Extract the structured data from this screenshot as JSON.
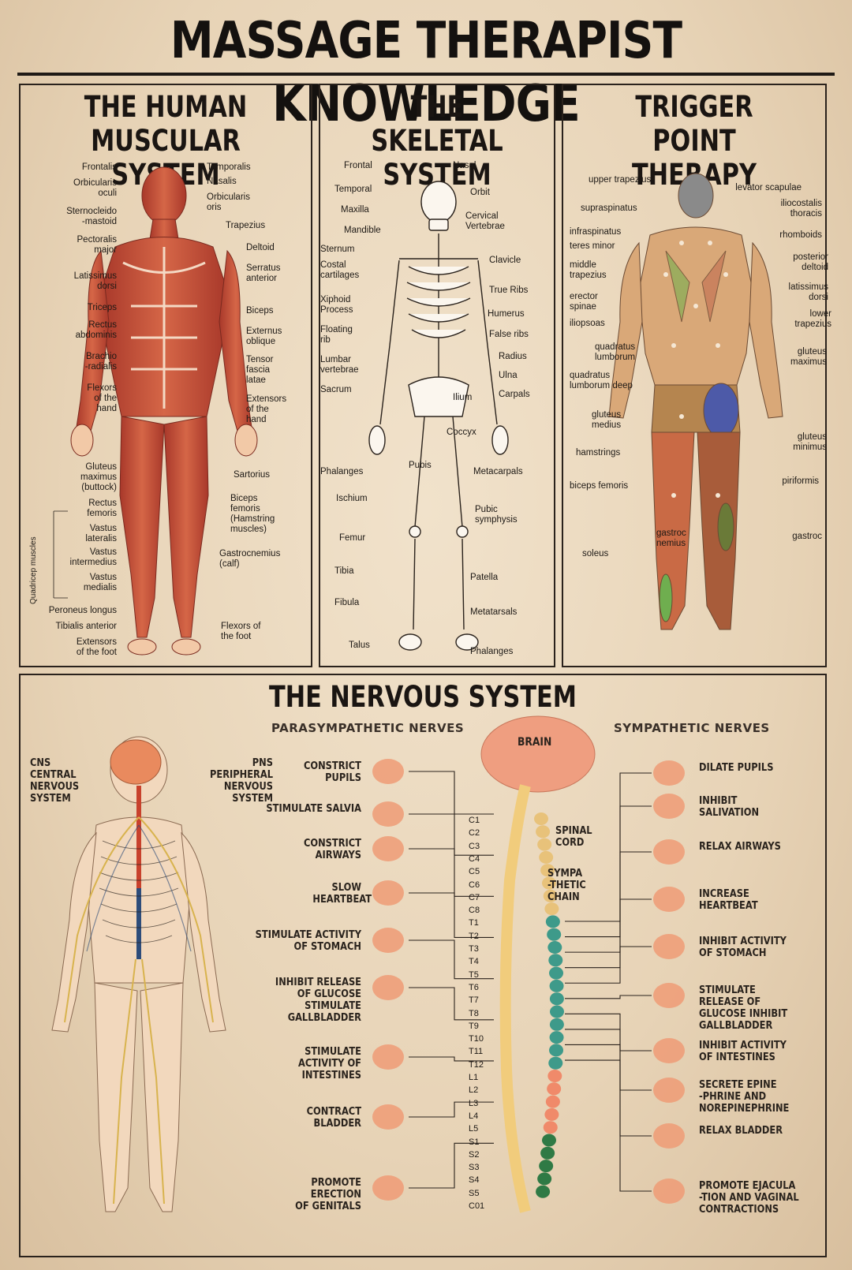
{
  "title": "MASSAGE THERAPIST KNOWLEDGE",
  "panels": {
    "muscular": {
      "title": "THE HUMAN MUSCULAR SYSTEM",
      "labels_left": [
        "Frontalis",
        "Orbicularis\noculi",
        "Sternocleido\n-mastoid",
        "Pectoralis\nmajor",
        "Latissimus\ndorsi",
        "Triceps",
        "Rectus\nabdominis",
        "Brachio\n-radialis",
        "Flexors\nof the\nhand",
        "Gluteus\nmaximus\n(buttock)",
        "Rectus\nfemoris",
        "Vastus\nlateralis",
        "Vastus\nintermedius",
        "Vastus\nmedialis",
        "Peroneus longus",
        "Tibialis anterior",
        "Extensors\nof the foot"
      ],
      "labels_right": [
        "Temporalis",
        "Nasalis",
        "Orbicularis\noris",
        "Trapezius",
        "Deltoid",
        "Serratus\nanterior",
        "Biceps",
        "Externus\noblique",
        "Tensor\nfascia\nlatae",
        "Extensors\nof the\nhand",
        "Sartorius",
        "Biceps\nfemoris\n(Hamstring\nmuscles)",
        "Gastrocnemius\n(calf)",
        "Flexors of\nthe foot"
      ],
      "quad_label": "Quadricep muscles"
    },
    "skeletal": {
      "title": "THE SKELETAL SYSTEM",
      "labels_left": [
        "Frontal",
        "Temporal",
        "Maxilla",
        "Mandible",
        "Sternum",
        "Costal\ncartilages",
        "Xiphoid\nProcess",
        "Floating\nrib",
        "Lumbar\nvertebrae",
        "Sacrum",
        "Phalanges",
        "Ischium",
        "Femur",
        "Tibia",
        "Fibula",
        "Talus"
      ],
      "labels_right": [
        "Nasal",
        "Orbit",
        "Cervical\nVertebrae",
        "Clavicle",
        "True Ribs",
        "Humerus",
        "False ribs",
        "Radius",
        "Ulna",
        "Ilium",
        "Carpals",
        "Coccyx",
        "Pubis",
        "Metacarpals",
        "Pubic\nsymphysis",
        "Patella",
        "Metatarsals",
        "Phalanges"
      ]
    },
    "trigger": {
      "title": "TRIGGER POINT THERAPY",
      "labels_left": [
        "upper trapezius",
        "supraspinatus",
        "infraspinatus",
        "teres minor",
        "middle\ntrapezius",
        "erector\nspinae",
        "iliopsoas",
        "quadratus\nlumborum",
        "quadratus\nlumborum deep",
        "gluteus\nmedius",
        "hamstrings",
        "biceps femoris",
        "soleus",
        "gastroc\nnemius"
      ],
      "labels_right": [
        "levator scapulae",
        "iliocostalis\nthoracis",
        "rhomboids",
        "posterior\ndeltoid",
        "latissimus\ndorsi",
        "lower\ntrapezius",
        "gluteus\nmaximus",
        "gluteus\nminimus",
        "piriformis",
        "gastroc"
      ]
    },
    "nervous": {
      "title": "THE NERVOUS SYSTEM",
      "cns": "CNS\nCENTRAL\nNERVOUS\nSYSTEM",
      "pns": "PNS\nPERIPHERAL\nNERVOUS\nSYSTEM",
      "para_header": "PARASYMPATHETIC NERVES",
      "symp_header": "SYMPATHETIC NERVES",
      "brain": "BRAIN",
      "spinal_cord": "SPINAL\nCORD",
      "sympathetic_chain": "SYMPA\n-THETIC\nCHAIN",
      "para": [
        "CONSTRICT\nPUPILS",
        "STIMULATE SALVIA",
        "CONSTRICT\nAIRWAYS",
        "SLOW\nHEARTBEAT",
        "STIMULATE ACTIVITY\nOF STOMACH",
        "INHIBIT RELEASE\nOF GLUCOSE\nSTIMULATE\nGALLBLADDER",
        "STIMULATE\nACTIVITY OF\nINTESTINES",
        "CONTRACT\nBLADDER",
        "PROMOTE\nERECTION\nOF GENITALS"
      ],
      "symp": [
        "DILATE PUPILS",
        "INHIBIT\nSALIVATION",
        "RELAX AIRWAYS",
        "INCREASE\nHEARTBEAT",
        "INHIBIT ACTIVITY\nOF STOMACH",
        "STIMULATE\nRELEASE OF\nGLUCOSE INHIBIT\nGALLBLADDER",
        "INHIBIT ACTIVITY\nOF INTESTINES",
        "SECRETE EPINE\n-PHRINE AND\nNOREPINEPHRINE",
        "RELAX BLADDER",
        "PROMOTE EJACULA\n-TION AND VAGINAL\nCONTRACTIONS"
      ],
      "segments": [
        "C1",
        "C2",
        "C3",
        "C4",
        "C5",
        "C6",
        "C7",
        "C8",
        "T1",
        "T2",
        "T3",
        "T4",
        "T5",
        "T6",
        "T7",
        "T8",
        "T9",
        "T10",
        "T11",
        "T12",
        "L1",
        "L2",
        "L3",
        "L4",
        "L5",
        "S1",
        "S2",
        "S3",
        "S4",
        "S5",
        "C01"
      ]
    }
  },
  "colors": {
    "background": "#e9d7bc",
    "muscle": "#c8553b",
    "nerve": "#e3c36a",
    "organ": "#ef9b76",
    "cervical": "#e8c27a",
    "thoracic": "#3e9a8a",
    "lumbar": "#f08a6a",
    "sacral": "#2f7a45"
  }
}
